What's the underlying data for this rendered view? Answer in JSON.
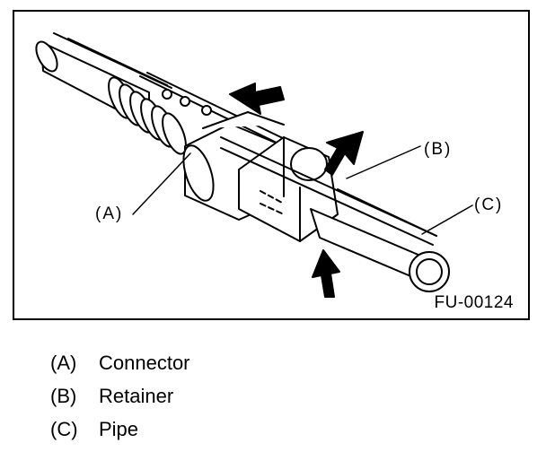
{
  "figure": {
    "code": "FU-00124",
    "callouts": {
      "a": "(A)",
      "b": "(B)",
      "c": "(C)"
    }
  },
  "legend": [
    {
      "key": "(A)",
      "label": "Connector"
    },
    {
      "key": "(B)",
      "label": "Retainer"
    },
    {
      "key": "(C)",
      "label": "Pipe"
    }
  ]
}
